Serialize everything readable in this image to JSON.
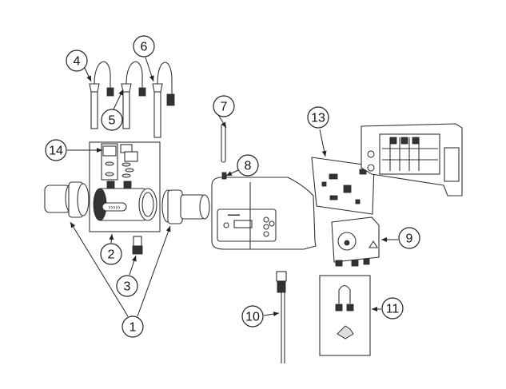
{
  "diagram": {
    "type": "exploded-parts-view",
    "callouts": {
      "c1": "1",
      "c2": "2",
      "c3": "3",
      "c4": "4",
      "c5": "5",
      "c6": "6",
      "c7": "7",
      "c8": "8",
      "c9": "9",
      "c10": "10",
      "c11": "11",
      "c13": "13",
      "c14": "14"
    }
  }
}
